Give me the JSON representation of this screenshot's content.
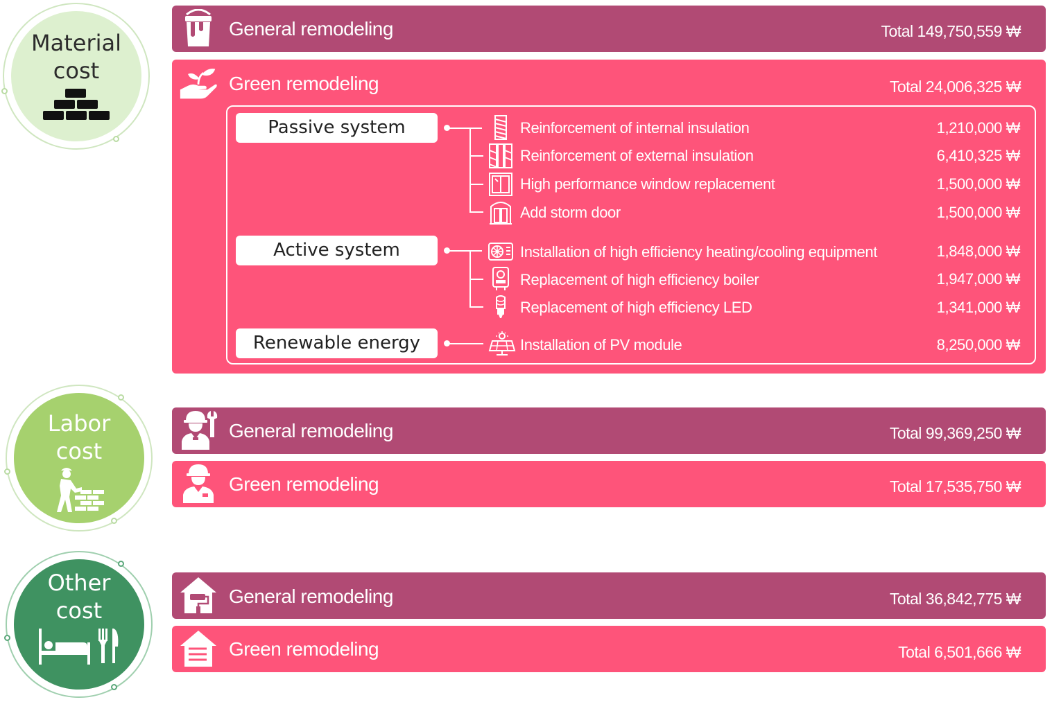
{
  "colors": {
    "general": "#b14a74",
    "green": "#fe547a",
    "material_circle": "#ddf0cf",
    "labor_circle": "#a6d16e",
    "other_circle": "#3f9261"
  },
  "material": {
    "title_line1": "Material",
    "title_line2": "cost",
    "icon": "bricks-icon",
    "general": {
      "label": "General remodeling",
      "total": "Total 149,750,559 ₩",
      "icon": "paint-bucket-icon"
    },
    "green": {
      "label": "Green remodeling",
      "total": "Total 24,006,325 ₩",
      "icon": "hand-plant-icon"
    },
    "systems": [
      {
        "label": "Passive system",
        "items": [
          {
            "label": "Reinforcement of internal insulation",
            "value": "1,210,000 ₩",
            "icon": "internal-insulation-icon"
          },
          {
            "label": "Reinforcement of external insulation",
            "value": "6,410,325 ₩",
            "icon": "external-insulation-icon"
          },
          {
            "label": "High performance window replacement",
            "value": "1,500,000 ₩",
            "icon": "window-icon"
          },
          {
            "label": "Add storm door",
            "value": "1,500,000 ₩",
            "icon": "door-icon"
          }
        ]
      },
      {
        "label": "Active system",
        "items": [
          {
            "label": "Installation of high efficiency heating/cooling equipment",
            "value": "1,848,000 ₩",
            "icon": "air-conditioner-icon"
          },
          {
            "label": "Replacement of high efficiency boiler",
            "value": "1,947,000 ₩",
            "icon": "boiler-icon"
          },
          {
            "label": "Replacement of high efficiency LED",
            "value": "1,341,000 ₩",
            "icon": "led-bulb-icon"
          }
        ]
      },
      {
        "label": "Renewable energy",
        "items": [
          {
            "label": "Installation of PV module",
            "value": "8,250,000 ₩",
            "icon": "solar-panel-icon"
          }
        ]
      }
    ]
  },
  "labor": {
    "title_line1": "Labor",
    "title_line2": "cost",
    "icon": "bricklayer-icon",
    "general": {
      "label": "General remodeling",
      "total": "Total 99,369,250 ₩",
      "icon": "worker-wrench-icon"
    },
    "green": {
      "label": "Green remodeling",
      "total": "Total 17,535,750 ₩",
      "icon": "worker-icon"
    }
  },
  "other": {
    "title_line1": "Other",
    "title_line2": "cost",
    "icon": "bed-cutlery-icon",
    "general": {
      "label": "General remodeling",
      "total": "Total 36,842,775 ₩",
      "icon": "house-roller-icon"
    },
    "green": {
      "label": "Green remodeling",
      "total": "Total 6,501,666 ₩",
      "icon": "house-insulation-icon"
    }
  }
}
